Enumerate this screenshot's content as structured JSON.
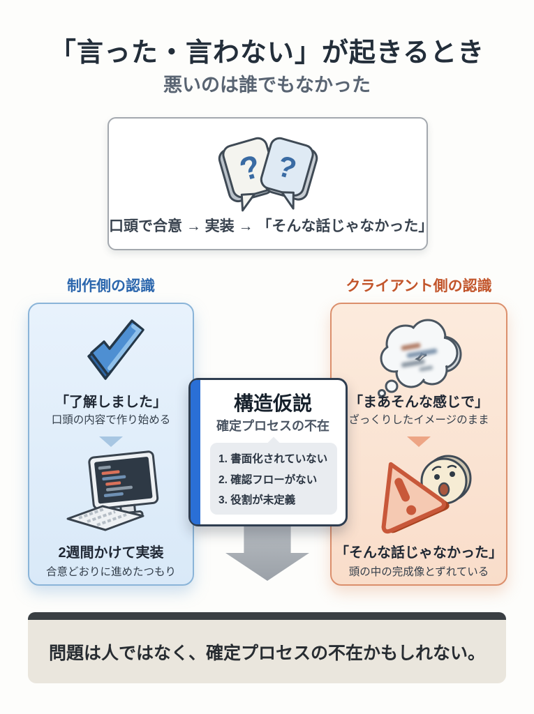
{
  "page": {
    "title": "「言った・言わない」が起きるとき",
    "subtitle": "悪いのは誰でもなかった"
  },
  "scenario": {
    "icon": "question-speech-bubbles-icon",
    "flow_text": "口頭で合意 → 実装 → 「そんな話じゃなかった」"
  },
  "maker": {
    "header": "制作側の認識",
    "step1": {
      "icon": "checkmark-3d-icon",
      "title": "「了解しました」",
      "desc": "口頭の内容で作り始める"
    },
    "step2": {
      "icon": "computer-code-icon",
      "title": "2週間かけて実装",
      "desc": "合意どおりに進めたつもり"
    }
  },
  "client": {
    "header": "クライアント側の認識",
    "step1": {
      "icon": "thought-bubble-icon",
      "title": "「まあそんな感じで」",
      "desc": "ざっくりしたイメージのまま"
    },
    "step2": {
      "icon": "warning-surprised-face-icon",
      "title": "「そんな話じゃなかった」",
      "desc": "頭の中の完成像とずれている"
    }
  },
  "hypothesis": {
    "title": "構造仮説",
    "subtitle": "確定プロセスの不在",
    "items": [
      "1. 書面化されていない",
      "2. 確認フローがない",
      "3. 役割が未定義"
    ]
  },
  "conclusion": {
    "text": "問題は人ではなく、確定プロセスの不在かもしれない。"
  },
  "icons": {
    "question_mark": "?"
  },
  "colors": {
    "maker_accent": "#2b66ad",
    "client_accent": "#c2552b",
    "maker_box_bg": "#dfedf9",
    "maker_box_border": "#8ab4d8",
    "client_box_bg": "#fae3d3",
    "client_box_border": "#db8f6c",
    "card_border": "#2e3d50",
    "card_stripe": "#2a6fd6",
    "big_arrow": "#a9aeb4",
    "banner_bar": "#3a3f43",
    "banner_bg": "#eae6dd"
  }
}
